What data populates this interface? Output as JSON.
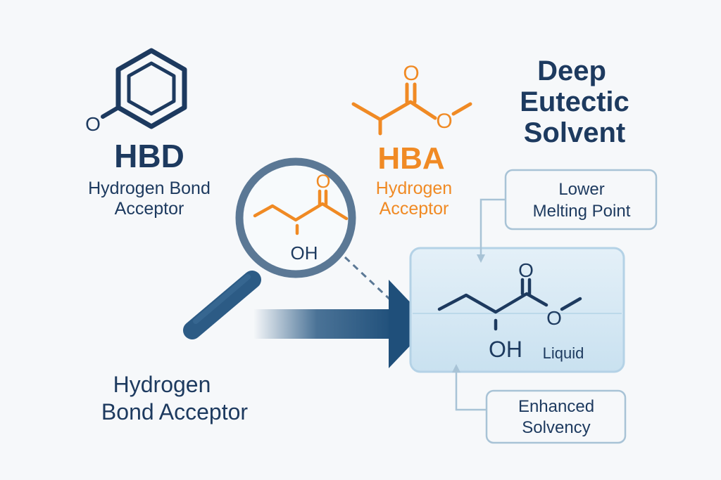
{
  "hbd": {
    "formula_o": "O",
    "abbr": "HBD",
    "desc_line1": "Hydrogen Bond",
    "desc_line2": "Acceptor"
  },
  "hba": {
    "carbonyl_o": "O",
    "ester_o": "O",
    "abbr": "HBA",
    "desc_line1": "Hydrogen",
    "desc_line2": "Acceptor"
  },
  "title": {
    "line1": "Deep",
    "line2": "Eutectic",
    "line3": "Solvent"
  },
  "magnifier": {
    "carbonyl_o": "O",
    "hydroxyl": "OH"
  },
  "bottom_label": {
    "line1": "Hydrogen",
    "line2": "Bond Acceptor"
  },
  "result": {
    "carbonyl_o": "O",
    "ester_o": "O",
    "hydroxyl": "OH",
    "state_label": "Liquid"
  },
  "callout_top": {
    "line1": "Lower",
    "line2": "Melting Point"
  },
  "callout_bottom": {
    "line1": "Enhanced",
    "line2": "Solvency"
  },
  "colors": {
    "navy": "#1d3a5f",
    "orange": "#f08a24",
    "steel": "#2c5b85",
    "light_blue": "#d6e9f4",
    "callout_border": "#a8c3d6"
  }
}
